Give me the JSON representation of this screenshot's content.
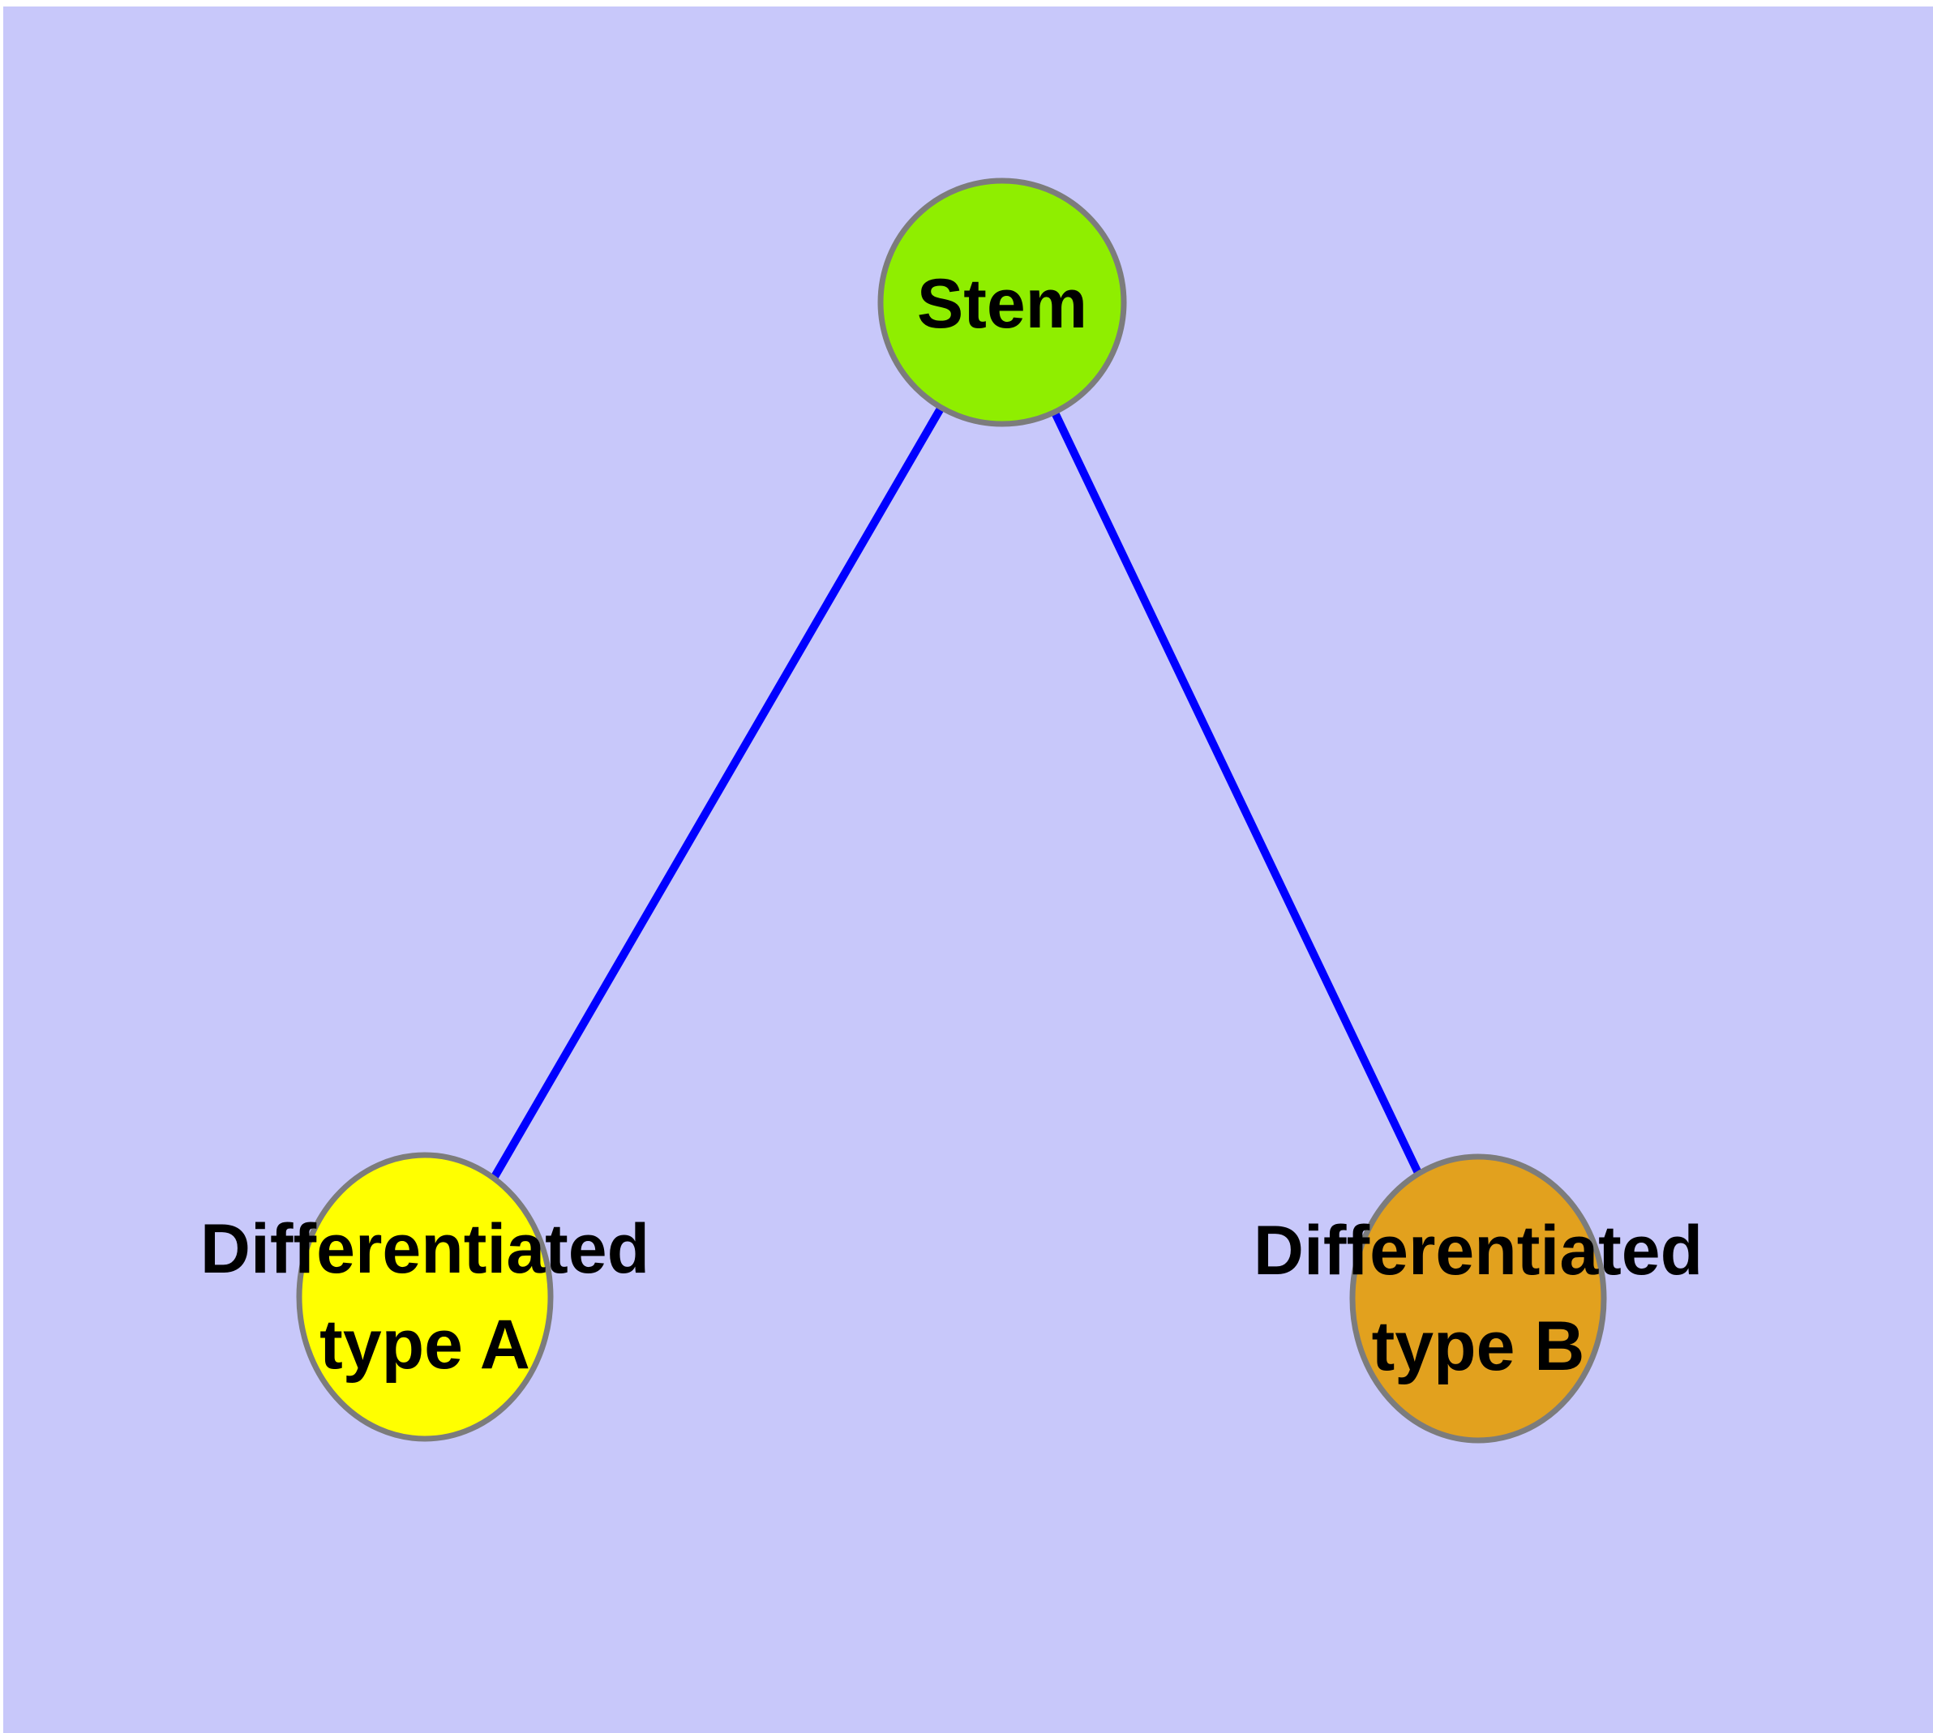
{
  "diagram": {
    "background_color": "#C8C8FA",
    "margin_color": "#FFFFFF",
    "edge_color": "#0000FF",
    "node_border_color": "#7C7C7C",
    "label_color": "#000000",
    "nodes": [
      {
        "id": "stem",
        "label": "Stem",
        "fill": "#8FEE00"
      },
      {
        "id": "differentiated-type-a",
        "label": "Differentiated\ntype A",
        "fill": "#FFFF00"
      },
      {
        "id": "differentiated-type-b",
        "label": "Differentiated\ntype B",
        "fill": "#E2A11E"
      }
    ],
    "edges": [
      {
        "from": "stem",
        "to": "differentiated-type-a"
      },
      {
        "from": "stem",
        "to": "differentiated-type-b"
      }
    ]
  }
}
